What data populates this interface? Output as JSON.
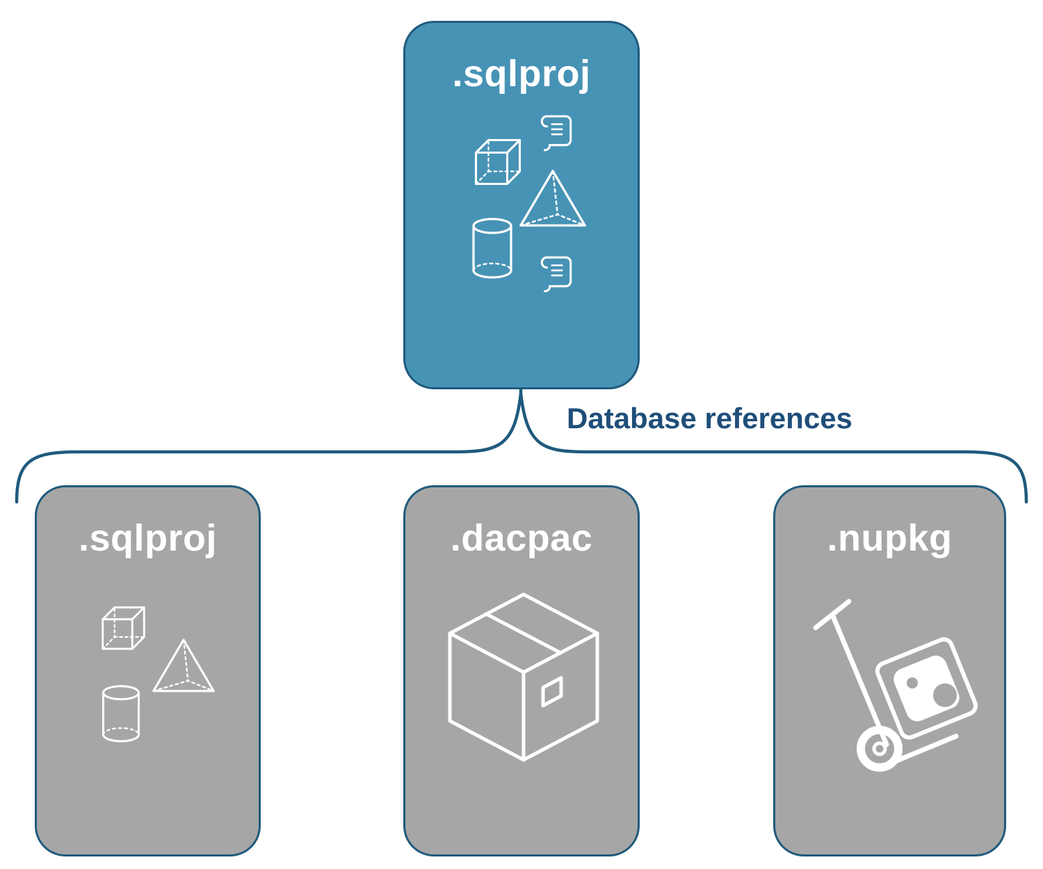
{
  "top_card": {
    "label": ".sqlproj"
  },
  "connector": {
    "label": "Database references"
  },
  "bottom_cards": [
    {
      "label": ".sqlproj"
    },
    {
      "label": ".dacpac"
    },
    {
      "label": ".nupkg"
    }
  ],
  "icons": {
    "top_card": [
      "cube-icon",
      "scroll-icon",
      "pyramid-icon",
      "database-cylinder-icon",
      "scroll-icon"
    ],
    "bottom_card_sqlproj": [
      "cube-icon",
      "pyramid-icon",
      "database-cylinder-icon"
    ],
    "bottom_card_dacpac": [
      "package-box-icon"
    ],
    "bottom_card_nupkg": [
      "hand-truck-package-icon"
    ]
  },
  "colors": {
    "top_card_fill": "#4793B5",
    "gray_card_fill": "#A6A6A6",
    "card_border": "#1F5A7D",
    "connector_line": "#1F5A7D",
    "connector_label_text": "#1F4E79",
    "icon_stroke": "#FFFFFF"
  }
}
